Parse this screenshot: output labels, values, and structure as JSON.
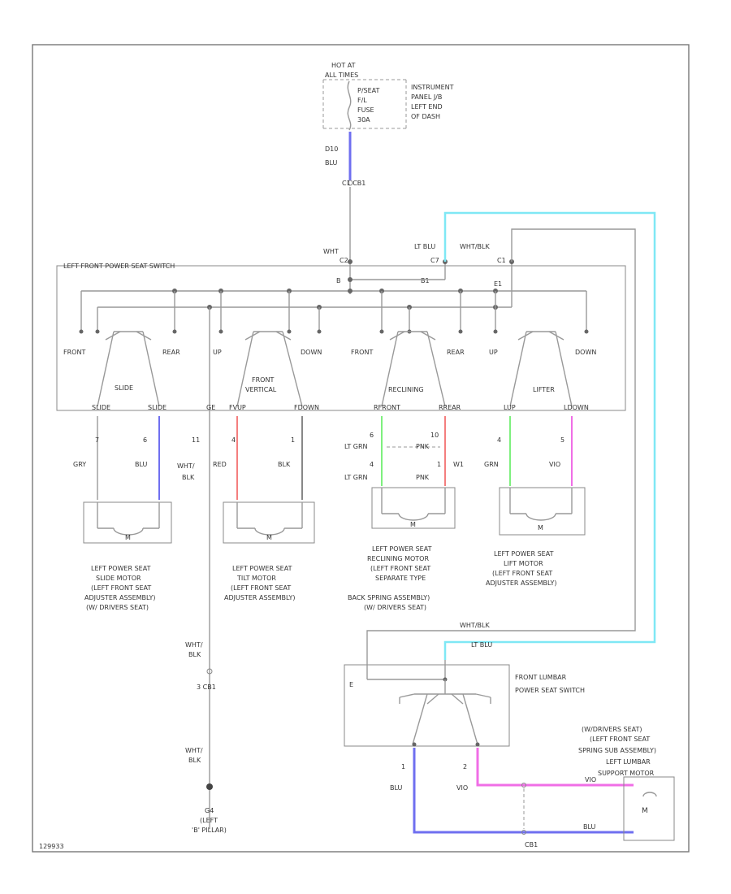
{
  "colors": {
    "blue": "#6f6ff0",
    "light_blue": "#7fe8f5",
    "red": "#f47e7e",
    "green": "#7ef07e",
    "pink": "#f06ee6",
    "gray_wire": "#9a9a9a",
    "ground": "#444444"
  },
  "power": {
    "hot_at": "HOT AT",
    "all_times": "ALL TIMES",
    "fuse_lines": [
      "P/SEAT",
      "F/L",
      "FUSE",
      "30A"
    ],
    "location_lines": [
      "INSTRUMENT",
      "PANEL J/B",
      "LEFT END",
      "OF DASH"
    ],
    "wire_num": "D10",
    "wire_color": "BLU",
    "connector": "C1 CB1"
  },
  "seat_switch": {
    "title": "LEFT FRONT POWER SEAT SWITCH",
    "top_pins": {
      "wht_label": "WHT",
      "pin_c2": "C2",
      "lt_blu_label": "LT BLU",
      "pin_c7": "C7",
      "wht_blk_label": "WHT/BLK",
      "pin_c1": "C1",
      "pin_b": "B",
      "b1_label": "B1",
      "pin_e1": "E1"
    },
    "slide": {
      "name": "SLIDE",
      "left": "FRONT",
      "right": "REAR",
      "out_left": "SLIDE",
      "out_right": "SLIDE"
    },
    "vertical": {
      "name": "FRONT VERTICAL",
      "left": "UP",
      "right": "DOWN",
      "out_left": "FVUP",
      "out_right": "FDOWN"
    },
    "reclining": {
      "name": "RECLINING",
      "left": "FRONT",
      "right": "REAR",
      "out_left": "RFRONT",
      "out_right": "RREAR"
    },
    "lifter": {
      "name": "LIFTER",
      "left": "UP",
      "right": "DOWN",
      "out_left": "LUP",
      "out_right": "LDOWN"
    },
    "ground_pin": "GE"
  },
  "wires": {
    "slide_left": {
      "pin": "7",
      "color": "GRY"
    },
    "slide_right": {
      "pin": "6",
      "color": "BLU"
    },
    "ground": {
      "pin": "11",
      "color": "WHT/ BLK"
    },
    "vertical_left": {
      "pin": "4",
      "color": "RED"
    },
    "vertical_right": {
      "pin": "1",
      "color": "BLK"
    },
    "recline_left_top": {
      "pin": "6",
      "color": "LT GRN"
    },
    "recline_left_bottom": {
      "pin": "4",
      "color": "LT GRN"
    },
    "recline_right_top": {
      "pin": "10",
      "color": "PNK"
    },
    "recline_right_bottom": {
      "pin": "1",
      "color": "PNK",
      "extra": "W1"
    },
    "lifter_left": {
      "pin": "4",
      "color": "GRN"
    },
    "lifter_right": {
      "pin": "5",
      "color": "VIO"
    }
  },
  "motors": {
    "slide": [
      "LEFT POWER SEAT",
      "SLIDE MOTOR",
      "(LEFT FRONT SEAT",
      "ADJUSTER ASSEMBLY)",
      "(W/ DRIVERS SEAT)"
    ],
    "tilt": [
      "LEFT POWER SEAT",
      "TILT MOTOR",
      "(LEFT FRONT SEAT",
      "ADJUSTER ASSEMBLY)"
    ],
    "recline": [
      "LEFT POWER SEAT",
      "RECLINING MOTOR",
      "(LEFT FRONT SEAT",
      "SEPARATE TYPE",
      "BACK SPRING ASSEMBLY)",
      "(W/ DRIVERS SEAT)"
    ],
    "lift": [
      "LEFT POWER SEAT",
      "LIFT MOTOR",
      "(LEFT FRONT SEAT",
      "ADJUSTER ASSEMBLY)"
    ],
    "m": "M"
  },
  "ground_path": {
    "upper_color": "WHT/ BLK",
    "connector": "3 CB1",
    "lower_color": "WHT/ BLK",
    "ground_label_lines": [
      "G4",
      "(LEFT",
      "'B' PILLAR)"
    ]
  },
  "lumbar": {
    "wht_blk_label": "WHT/BLK",
    "lt_blu_label": "LT BLU",
    "switch_title": [
      "FRONT LUMBAR",
      "POWER SEAT SWITCH"
    ],
    "pin_e": "E",
    "pin_1": "1",
    "pin_2": "2",
    "wire_blu": "BLU",
    "wire_vio": "VIO",
    "motor_lines": [
      "(W/DRIVERS SEAT)",
      "(LEFT FRONT SEAT",
      "SPRING SUB ASSEMBLY)",
      "LEFT LUMBAR",
      "SUPPORT MOTOR"
    ],
    "motor_top_label": "VIO",
    "motor_bottom_label": "BLU",
    "bottom_connector": "CB1"
  },
  "footer": {
    "id": "129933"
  }
}
